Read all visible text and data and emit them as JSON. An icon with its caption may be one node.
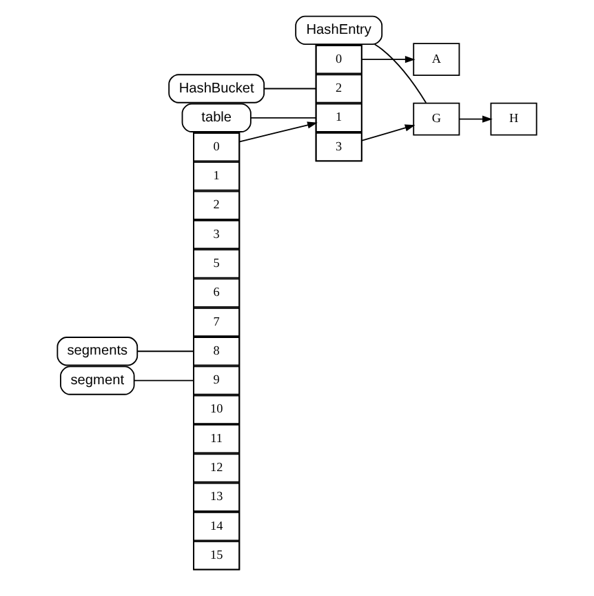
{
  "diagram": {
    "nodes": [
      {
        "text": [],
        "shape": "box"
      },
      {
        "text": [
          "0"
        ],
        "in": 0
      },
      {
        "text": [
          "1"
        ],
        "in": 0
      },
      {
        "text": [
          "2"
        ],
        "in": 0
      },
      {
        "text": [
          "3"
        ],
        "in": 0
      },
      {
        "text": [
          "5"
        ],
        "in": 0
      },
      {
        "text": [
          "6"
        ],
        "in": 0
      },
      {
        "text": [
          "7"
        ],
        "in": 0
      },
      {
        "text": [
          "8"
        ],
        "in": 0
      },
      {
        "text": [
          "9"
        ],
        "in": 0
      },
      {
        "text": [
          "10"
        ],
        "in": 0
      },
      {
        "text": [
          "11"
        ],
        "in": 0
      },
      {
        "text": [
          "12"
        ],
        "in": 0
      },
      {
        "text": [
          "13"
        ],
        "in": 0
      },
      {
        "text": [
          "14"
        ],
        "in": 0
      },
      {
        "text": [
          "15"
        ],
        "in": 0
      },
      {
        "text": [],
        "shape": "box"
      },
      {
        "text": [
          "0"
        ],
        "in": 16
      },
      {
        "text": [
          "1"
        ],
        "in": 16
      },
      {
        "text": [
          "2"
        ],
        "in": 16
      },
      {
        "text": [
          "3"
        ],
        "in": 16
      },
      {
        "text": [
          "A"
        ]
      },
      {
        "text": [
          "G"
        ]
      },
      {
        "text": [
          "H"
        ]
      },
      {
        "text": [
          "segments"
        ]
      },
      {
        "text": [
          "segment"
        ]
      },
      {
        "text": [
          "table"
        ]
      },
      {
        "text": [
          "HashBucket"
        ]
      },
      {
        "text": [
          "HashEntry"
        ]
      }
    ],
    "edges": [
      {
        "from": 1,
        "to": 16,
        "arrow": "to"
      },
      {
        "from": 17,
        "to": 21,
        "arrow": "to"
      },
      {
        "from": 20,
        "to": 22,
        "arrow": "to"
      },
      {
        "from": 22,
        "to": 23,
        "arrow": "to"
      },
      {
        "from": 24,
        "to": 0,
        "arrow": "none"
      },
      {
        "from": 25,
        "to": 9,
        "arrow": "none"
      },
      {
        "from": 26,
        "to": 16,
        "arrow": "none"
      },
      {
        "from": 27,
        "to": 19,
        "arrow": "none"
      },
      {
        "from": 28,
        "to": 22,
        "arrow": "none"
      }
    ]
  }
}
